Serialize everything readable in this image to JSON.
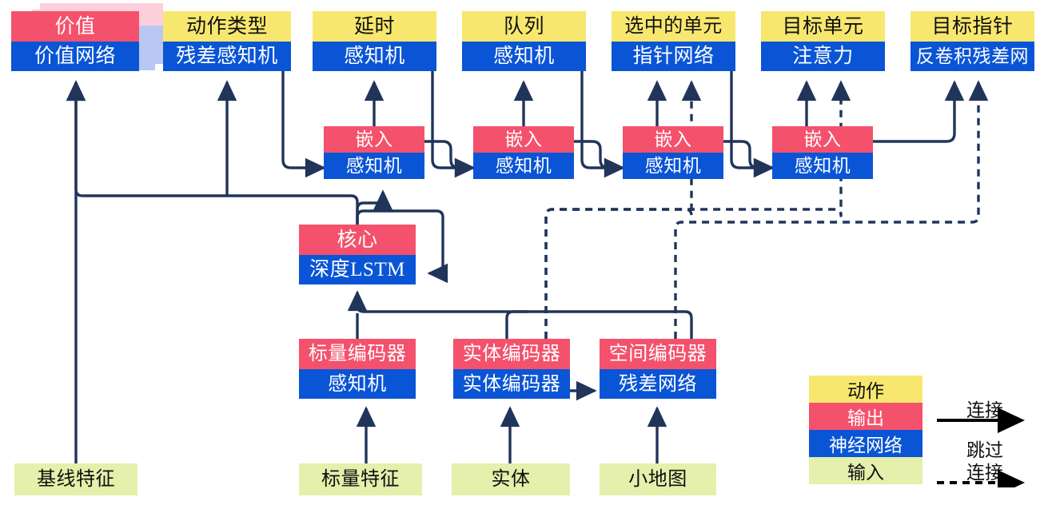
{
  "diagram": {
    "title": "AlphaStar-style agent architecture",
    "colors": {
      "action": "#f8e76f",
      "output": "#f4516c",
      "network": "#0a55d6",
      "input": "#e4f0ab",
      "wire": "#21355b",
      "action_text": "#101010",
      "output_text": "#ffffff",
      "network_text": "#ffffff",
      "input_text": "#101010",
      "deck_pink": "#fbd0da",
      "deck_blue": "#b9c8f2"
    },
    "heads": [
      {
        "id": "value",
        "action": "价值",
        "network": "价值网络"
      },
      {
        "id": "action-type",
        "action": "动作类型",
        "network": "残差感知机"
      },
      {
        "id": "delay",
        "action": "延时",
        "network": "感知机"
      },
      {
        "id": "queue",
        "action": "队列",
        "network": "感知机"
      },
      {
        "id": "selected",
        "action": "选中的单元",
        "network": "指针网络"
      },
      {
        "id": "target-unit",
        "action": "目标单元",
        "network": "注意力"
      },
      {
        "id": "target-point",
        "action": "目标指针",
        "network": "反卷积残差网"
      }
    ],
    "embeddings": [
      {
        "id": "embed-1",
        "output": "嵌入",
        "network": "感知机"
      },
      {
        "id": "embed-2",
        "output": "嵌入",
        "network": "感知机"
      },
      {
        "id": "embed-3",
        "output": "嵌入",
        "network": "感知机"
      },
      {
        "id": "embed-4",
        "output": "嵌入",
        "network": "感知机"
      }
    ],
    "core": {
      "id": "core",
      "output": "核心",
      "network": "深度LSTM"
    },
    "encoders": [
      {
        "id": "scalar-encoder",
        "output": "标量编码器",
        "network": "感知机"
      },
      {
        "id": "entity-encoder",
        "output": "实体编码器",
        "network": "实体编码器"
      },
      {
        "id": "spatial-encoder",
        "output": "空间编码器",
        "network": "残差网络"
      }
    ],
    "inputs": [
      {
        "id": "baseline-features",
        "label": "基线特征"
      },
      {
        "id": "scalar-features",
        "label": "标量特征"
      },
      {
        "id": "entities",
        "label": "实体"
      },
      {
        "id": "minimap",
        "label": "小地图"
      }
    ],
    "legend": {
      "swatches": [
        {
          "id": "legend-action",
          "label": "动作",
          "kind": "action"
        },
        {
          "id": "legend-output",
          "label": "输出",
          "kind": "output"
        },
        {
          "id": "legend-network",
          "label": "神经网络",
          "kind": "net"
        },
        {
          "id": "legend-input",
          "label": "输入",
          "kind": "input"
        }
      ],
      "edges": [
        {
          "id": "legend-connection",
          "label": "连接",
          "style": "solid"
        },
        {
          "id": "legend-skip-connection",
          "label_1": "跳过",
          "label_2": "连接",
          "style": "dashed"
        }
      ]
    }
  }
}
